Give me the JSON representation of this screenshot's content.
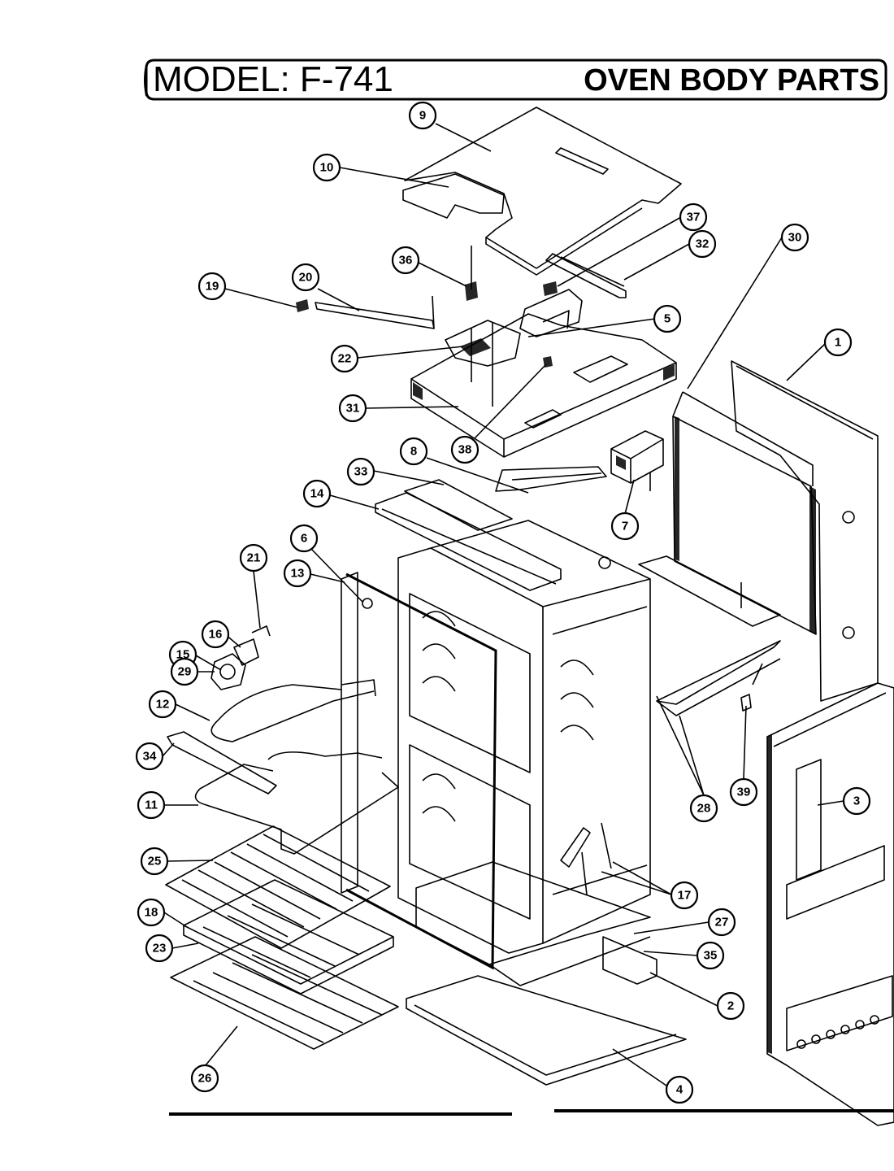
{
  "header": {
    "model_label": "MODEL: F-741",
    "section_title": "OVEN BODY PARTS"
  },
  "callouts": [
    "9",
    "10",
    "32",
    "36",
    "37",
    "19",
    "20",
    "5",
    "30",
    "1",
    "22",
    "31",
    "38",
    "8",
    "33",
    "7",
    "14",
    "6",
    "13",
    "21",
    "16",
    "15",
    "29",
    "12",
    "34",
    "11",
    "25",
    "18",
    "23",
    "26",
    "28",
    "39",
    "3",
    "17",
    "27",
    "35",
    "2",
    "4"
  ]
}
